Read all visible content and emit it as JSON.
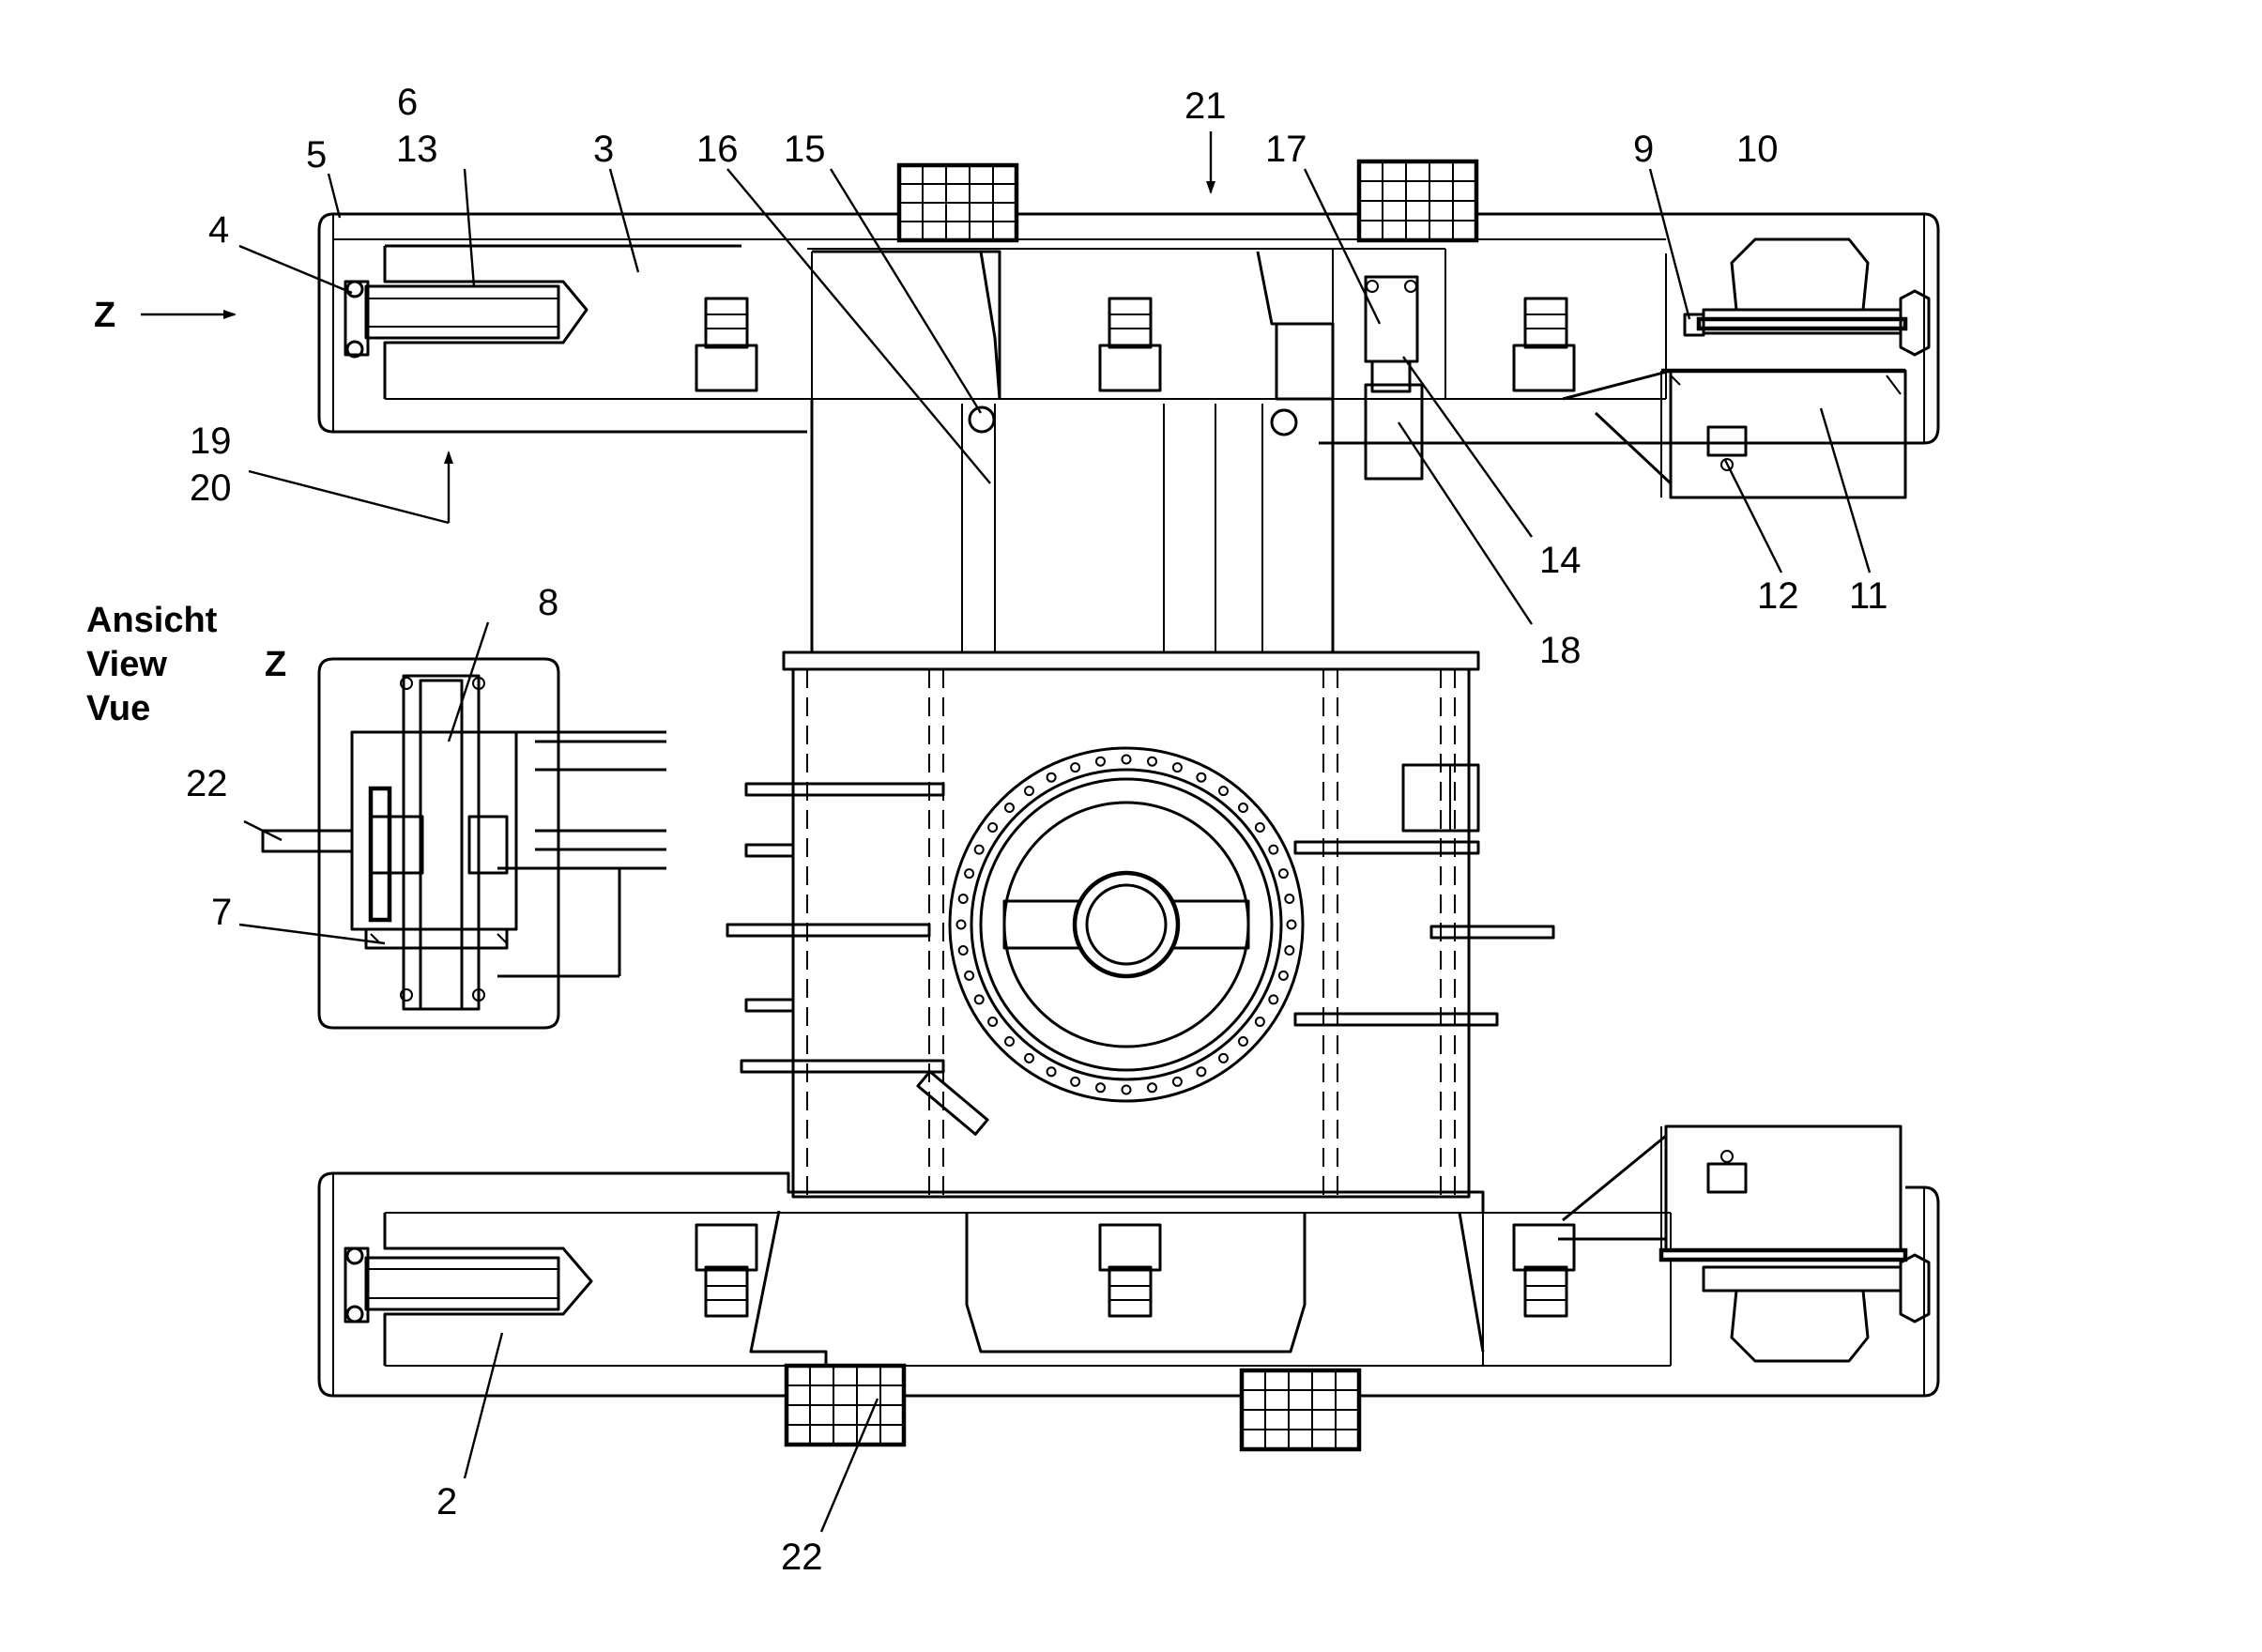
{
  "labels": {
    "n2": "2",
    "n3": "3",
    "n4": "4",
    "n5": "5",
    "n6": "6",
    "n7": "7",
    "n8": "8",
    "n9": "9",
    "n10": "10",
    "n11": "11",
    "n12": "12",
    "n13": "13",
    "n14": "14",
    "n15": "15",
    "n16": "16",
    "n17": "17",
    "n18": "18",
    "n19": "19",
    "n20": "20",
    "n21": "21",
    "n22a": "22",
    "n22b": "22"
  },
  "view": {
    "line1": "Ansicht",
    "line2": "View",
    "line3": "Vue",
    "z_marker": "Z",
    "z_arrow": "Z"
  }
}
